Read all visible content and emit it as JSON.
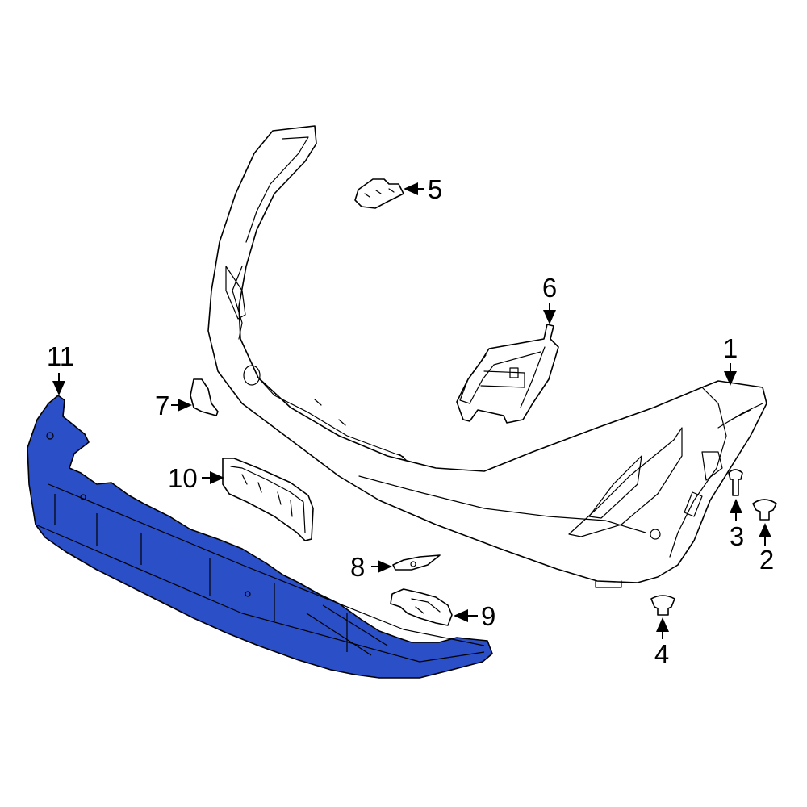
{
  "diagram": {
    "highlight_color": "#2b4fc7",
    "callouts": [
      {
        "id": "1",
        "label": "1"
      },
      {
        "id": "2",
        "label": "2"
      },
      {
        "id": "3",
        "label": "3"
      },
      {
        "id": "4",
        "label": "4"
      },
      {
        "id": "5",
        "label": "5"
      },
      {
        "id": "6",
        "label": "6"
      },
      {
        "id": "7",
        "label": "7"
      },
      {
        "id": "8",
        "label": "8"
      },
      {
        "id": "9",
        "label": "9"
      },
      {
        "id": "10",
        "label": "10"
      },
      {
        "id": "11",
        "label": "11"
      }
    ]
  }
}
